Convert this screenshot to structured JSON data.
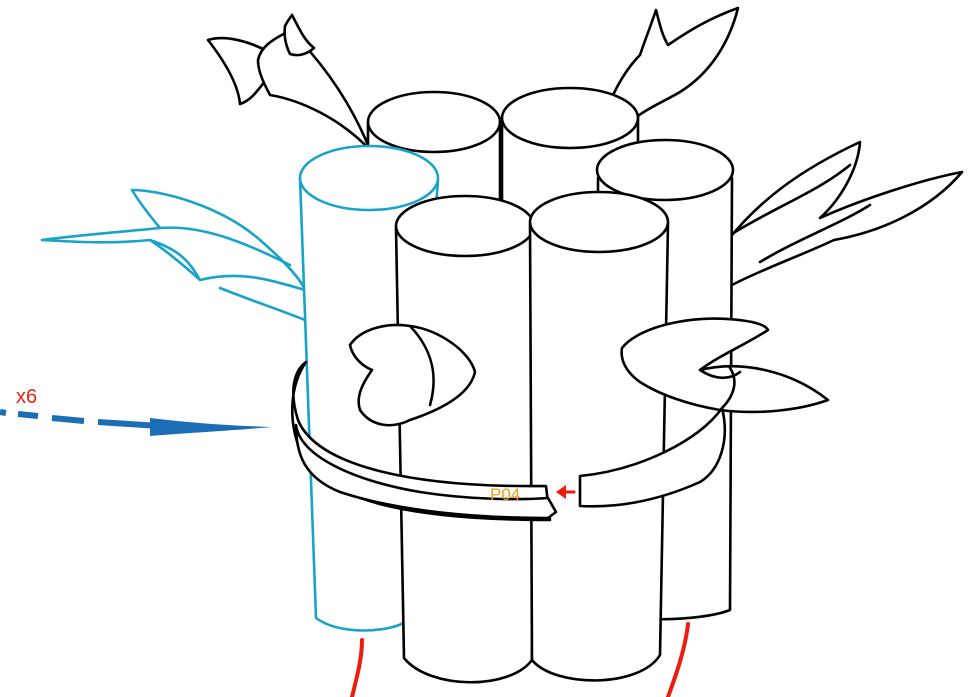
{
  "diagram": {
    "quantity_label": "x6",
    "part_label": "P04",
    "colors": {
      "outline": "#000000",
      "highlight": "#1aa3c9",
      "arrow": "#1b6db5",
      "quantity_text": "#e8221b",
      "part_text": "#f39c12",
      "wire": "#ee1c0e"
    },
    "icons": {
      "insert_arrow": "dashed-arrow-right",
      "strap_direction": "small-arrow-left"
    }
  }
}
